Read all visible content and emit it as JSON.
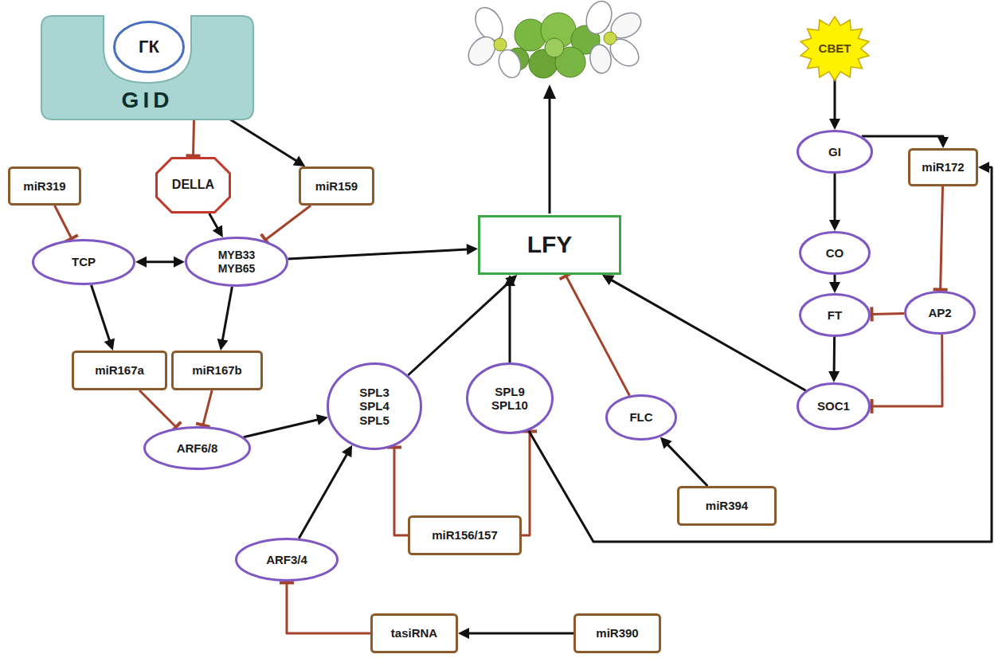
{
  "diagram": {
    "nodes": [
      {
        "text": [
          "GID"
        ]
      },
      {
        "text": [
          "ГК"
        ],
        "in": 0
      },
      {
        "text": [
          "СВЕТ"
        ]
      },
      {
        "text": [
          "miR319"
        ]
      },
      {
        "text": [
          "DELLA"
        ]
      },
      {
        "text": [
          "miR159"
        ]
      },
      {
        "text": [
          "GI"
        ]
      },
      {
        "text": [
          "miR172"
        ]
      },
      {
        "text": [
          "TCP"
        ]
      },
      {
        "text": [
          "MYB33 MYB65"
        ]
      },
      {
        "text": [
          "LFY"
        ]
      },
      {
        "text": [
          "CO"
        ]
      },
      {
        "text": [
          "AP2"
        ]
      },
      {
        "text": [
          "FT"
        ]
      },
      {
        "text": [
          "miR167a"
        ]
      },
      {
        "text": [
          "miR167b"
        ]
      },
      {
        "text": [
          "SOC1"
        ]
      },
      {
        "text": [
          "ARF6/8"
        ]
      },
      {
        "text": [
          "SPL3 SPL4 SPL5"
        ]
      },
      {
        "text": [
          "SPL9 SPL10"
        ]
      },
      {
        "text": [
          "FLC"
        ]
      },
      {
        "text": [
          "miR394"
        ]
      },
      {
        "text": [
          "miR156/157"
        ]
      },
      {
        "text": [
          "ARF3/4"
        ]
      },
      {
        "text": [
          "tasiRNA"
        ]
      },
      {
        "text": [
          "miR390"
        ]
      }
    ],
    "edges": [
      {
        "from": 0,
        "to": 4,
        "arrow": "to"
      },
      {
        "from": 0,
        "to": 5,
        "arrow": "to"
      },
      {
        "from": 3,
        "to": 8,
        "arrow": "to"
      },
      {
        "from": 4,
        "to": 9,
        "arrow": "to"
      },
      {
        "from": 5,
        "to": 9,
        "arrow": "to"
      },
      {
        "from": 8,
        "to": 9,
        "arrow": "both"
      },
      {
        "from": 9,
        "to": 10,
        "arrow": "to"
      },
      {
        "from": 8,
        "to": 14,
        "arrow": "to"
      },
      {
        "from": 9,
        "to": 15,
        "arrow": "to"
      },
      {
        "from": 14,
        "to": 17,
        "arrow": "to"
      },
      {
        "from": 15,
        "to": 17,
        "arrow": "to"
      },
      {
        "from": 17,
        "to": 18,
        "arrow": "to"
      },
      {
        "from": 23,
        "to": 18,
        "arrow": "to"
      },
      {
        "from": 22,
        "to": 18,
        "arrow": "to"
      },
      {
        "from": 22,
        "to": 19,
        "arrow": "to"
      },
      {
        "from": 24,
        "to": 23,
        "arrow": "to"
      },
      {
        "from": 25,
        "to": 24,
        "arrow": "to"
      },
      {
        "from": 18,
        "to": 10,
        "arrow": "to"
      },
      {
        "from": 19,
        "to": 10,
        "arrow": "to"
      },
      {
        "from": 20,
        "to": 10,
        "arrow": "to"
      },
      {
        "from": 21,
        "to": 20,
        "arrow": "to"
      },
      {
        "from": 16,
        "to": 10,
        "arrow": "to"
      },
      {
        "from": 2,
        "to": 6,
        "arrow": "to"
      },
      {
        "from": 6,
        "to": 11,
        "arrow": "to"
      },
      {
        "from": 6,
        "to": 7,
        "arrow": "to"
      },
      {
        "from": 7,
        "to": 12,
        "arrow": "to"
      },
      {
        "from": 11,
        "to": 13,
        "arrow": "to"
      },
      {
        "from": 12,
        "to": 13,
        "arrow": "to"
      },
      {
        "from": 13,
        "to": 16,
        "arrow": "to"
      },
      {
        "from": 12,
        "to": 16,
        "arrow": "to"
      },
      {
        "from": 19,
        "to": 7,
        "arrow": "to"
      }
    ]
  }
}
